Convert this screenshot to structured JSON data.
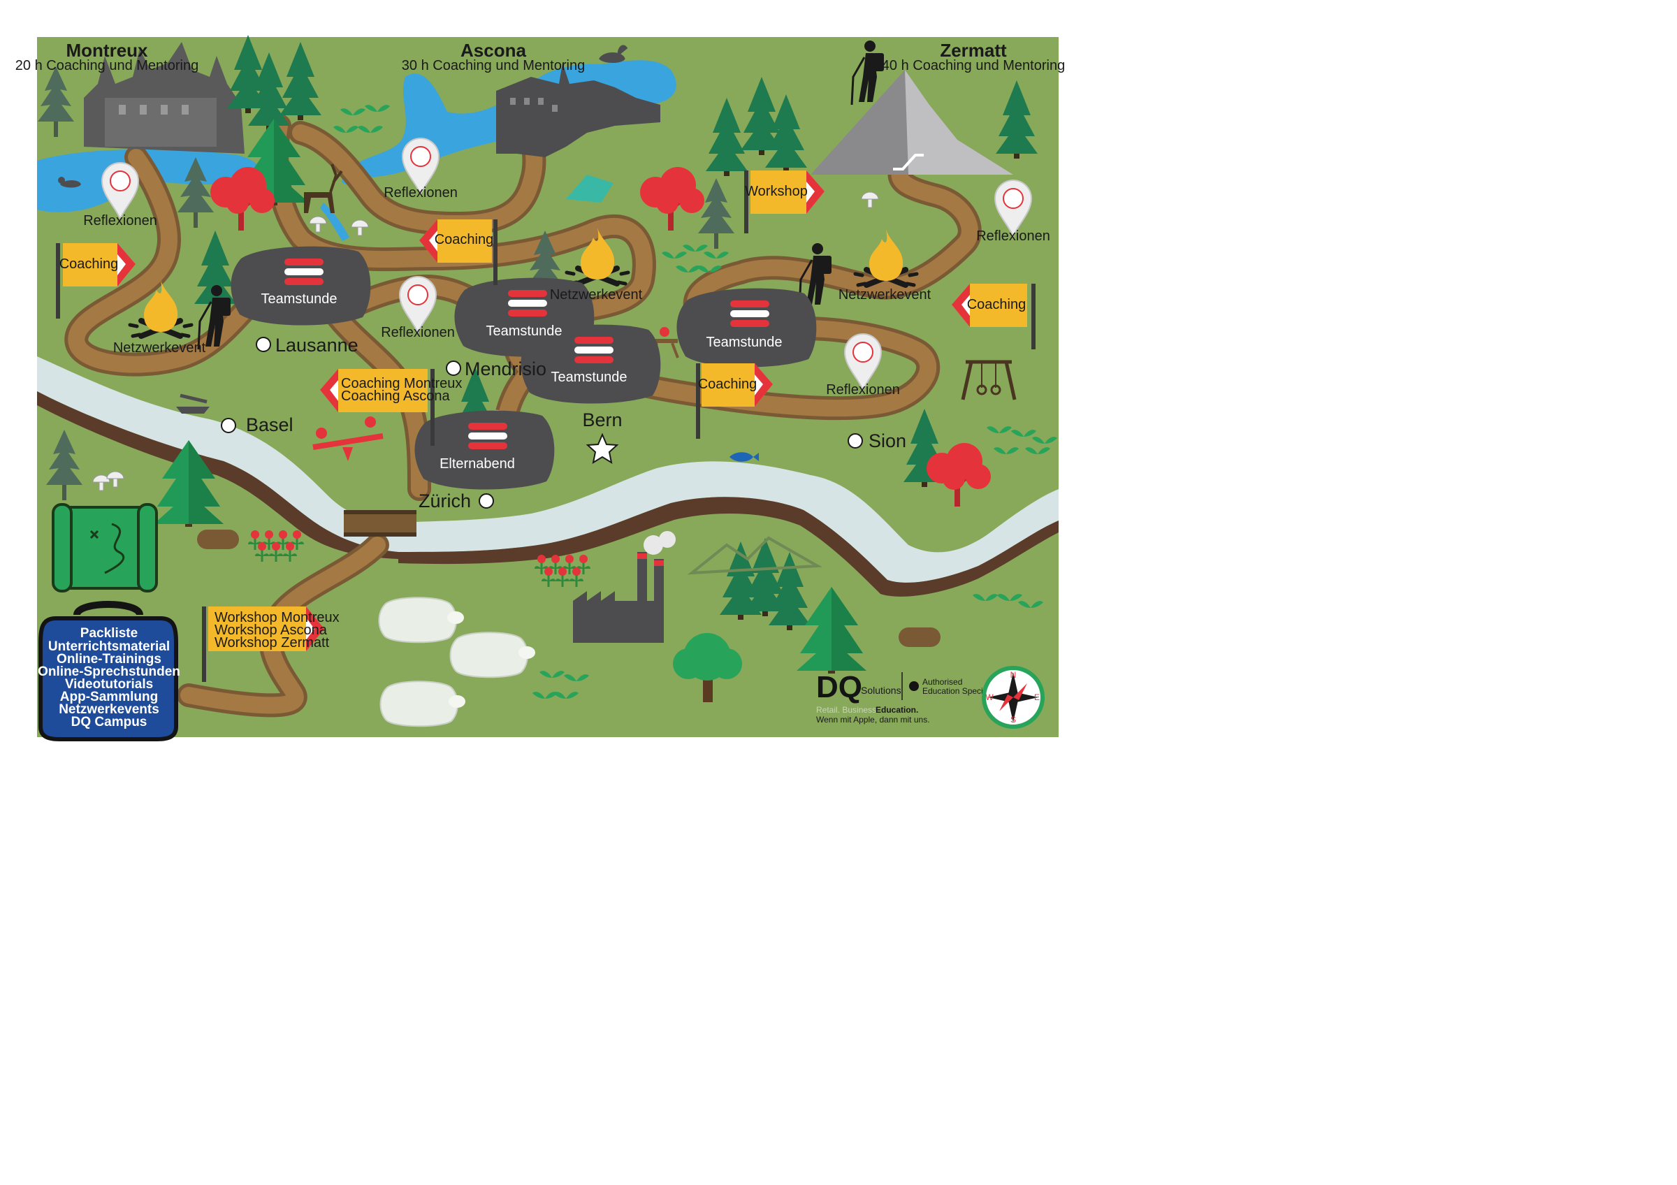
{
  "regions": [
    {
      "name": "Montreux",
      "hours": "20 h Coaching und Mentoring"
    },
    {
      "name": "Ascona",
      "hours": "30 h Coaching und Mentoring"
    },
    {
      "name": "Zermatt",
      "hours": "40 h Coaching und Mentoring"
    }
  ],
  "cities": [
    "Lausanne",
    "Mendrisio",
    "Basel",
    "Bern",
    "Sion",
    "Zürich"
  ],
  "stones": [
    "Teamstunde",
    "Teamstunde",
    "Teamstunde",
    "Teamstunde",
    "Elternabend"
  ],
  "signs": {
    "coaching": "Coaching",
    "workshop": "Workshop",
    "coaching_montreux": "Coaching Montreux",
    "coaching_ascona": "Coaching Ascona",
    "workshop_montreux": "Workshop Montreux",
    "workshop_ascona": "Workshop Ascona",
    "workshop_zermatt": "Workshop Zermatt"
  },
  "pins": {
    "reflexionen": "Reflexionen"
  },
  "events": {
    "netzwerkevent": "Netzwerkevent"
  },
  "packliste": {
    "title": "Packliste",
    "items": [
      "Unterrichtsmaterial",
      "Online-Trainings",
      "Online-Sprechstunden",
      "Videotutorials",
      "App-Sammlung",
      "Netzwerkevents",
      "DQ Campus"
    ]
  },
  "brand": {
    "logo_text": "DQ",
    "solutions": "Solutions",
    "authorised_1": "Authorised",
    "authorised_2": "Education Specialist",
    "slogan_1": "Retail. Business.",
    "slogan_2": "Education.",
    "slogan_3": "Wenn mit Apple, dann mit uns."
  },
  "compass": {
    "n": "N",
    "e": "E",
    "s": "S",
    "w": "W"
  },
  "colors": {
    "grass": "#88a85a",
    "path": "#a57943",
    "river": "#d6e4e6",
    "lake": "#3aa4de",
    "sign": "#f4b92b",
    "accent_red": "#e5333b",
    "stone": "#4d4d4f",
    "packliste": "#1e4b9a",
    "tree": "#1e7a4f"
  }
}
